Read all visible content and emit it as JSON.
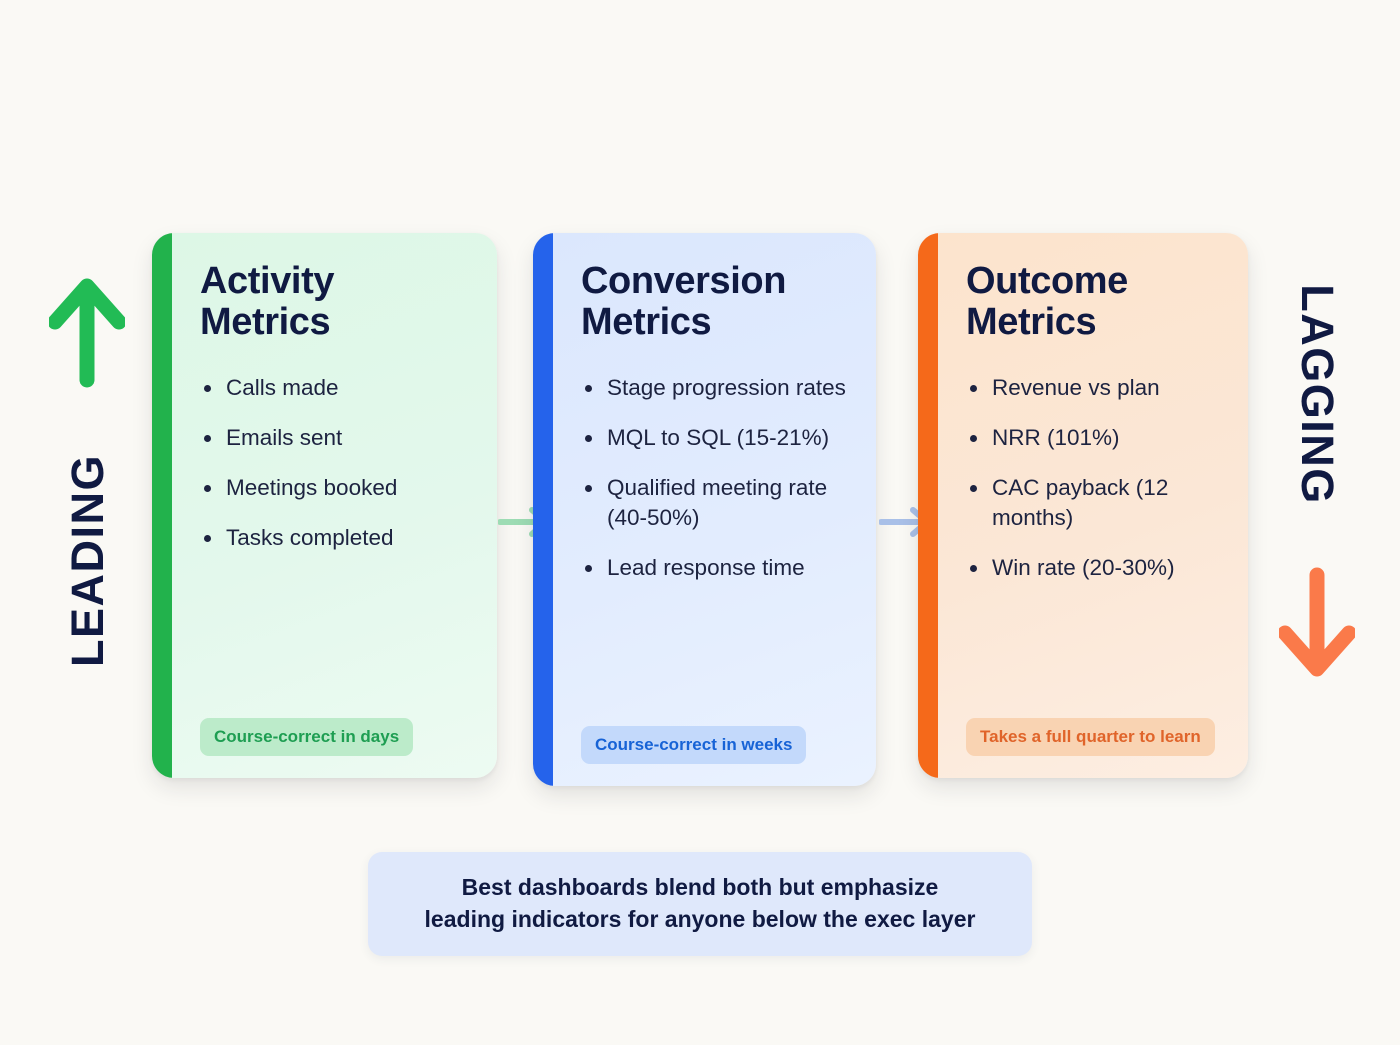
{
  "background_color": "#faf9f5",
  "title_color": "#101a42",
  "rails": {
    "left": {
      "label": "LEADING",
      "arrow_direction": "up",
      "arrow_color": "#22bb55",
      "icon": "arrow-up-icon"
    },
    "right": {
      "label": "LAGGING",
      "arrow_direction": "down",
      "arrow_color": "#fa7a4a",
      "icon": "arrow-down-icon"
    }
  },
  "cards": [
    {
      "id": "activity",
      "title": "Activity\nMetrics",
      "accent_color": "#22b24c",
      "surface_color": "#e3f8ec",
      "items": [
        "Calls made",
        "Emails sent",
        "Meetings booked",
        "Tasks completed"
      ],
      "badge": {
        "label": "Course-correct in days",
        "background": "#bcebca",
        "color": "#1e9e52"
      }
    },
    {
      "id": "conversion",
      "title": "Conversion\nMetrics",
      "accent_color": "#2563eb",
      "surface_color": "#e2ecfe",
      "items": [
        "Stage progression rates",
        "MQL to SQL (15-21%)",
        "Qualified meeting rate (40-50%)",
        "Lead response time"
      ],
      "badge": {
        "label": "Course-correct in weeks",
        "background": "#c3d9fb",
        "color": "#1763d6"
      }
    },
    {
      "id": "outcome",
      "title": "Outcome\nMetrics",
      "accent_color": "#f5691a",
      "surface_color": "#fbe7d6",
      "items": [
        "Revenue vs plan",
        "NRR (101%)",
        "CAC payback (12 months)",
        "Win rate (20-30%)"
      ],
      "badge": {
        "label": "Takes a full quarter to learn",
        "background": "#f9d3b2",
        "color": "#e0642a"
      }
    }
  ],
  "connectors": [
    {
      "id": "activity-to-conversion",
      "color": "#9ddcb4",
      "direction": "right"
    },
    {
      "id": "conversion-to-outcome",
      "color": "#a9c0e8",
      "direction": "right"
    }
  ],
  "footer": {
    "text": "Best dashboards blend both but emphasize\nleading indicators for anyone below the exec layer",
    "background": "#dfe8fb",
    "color": "#101a42"
  }
}
